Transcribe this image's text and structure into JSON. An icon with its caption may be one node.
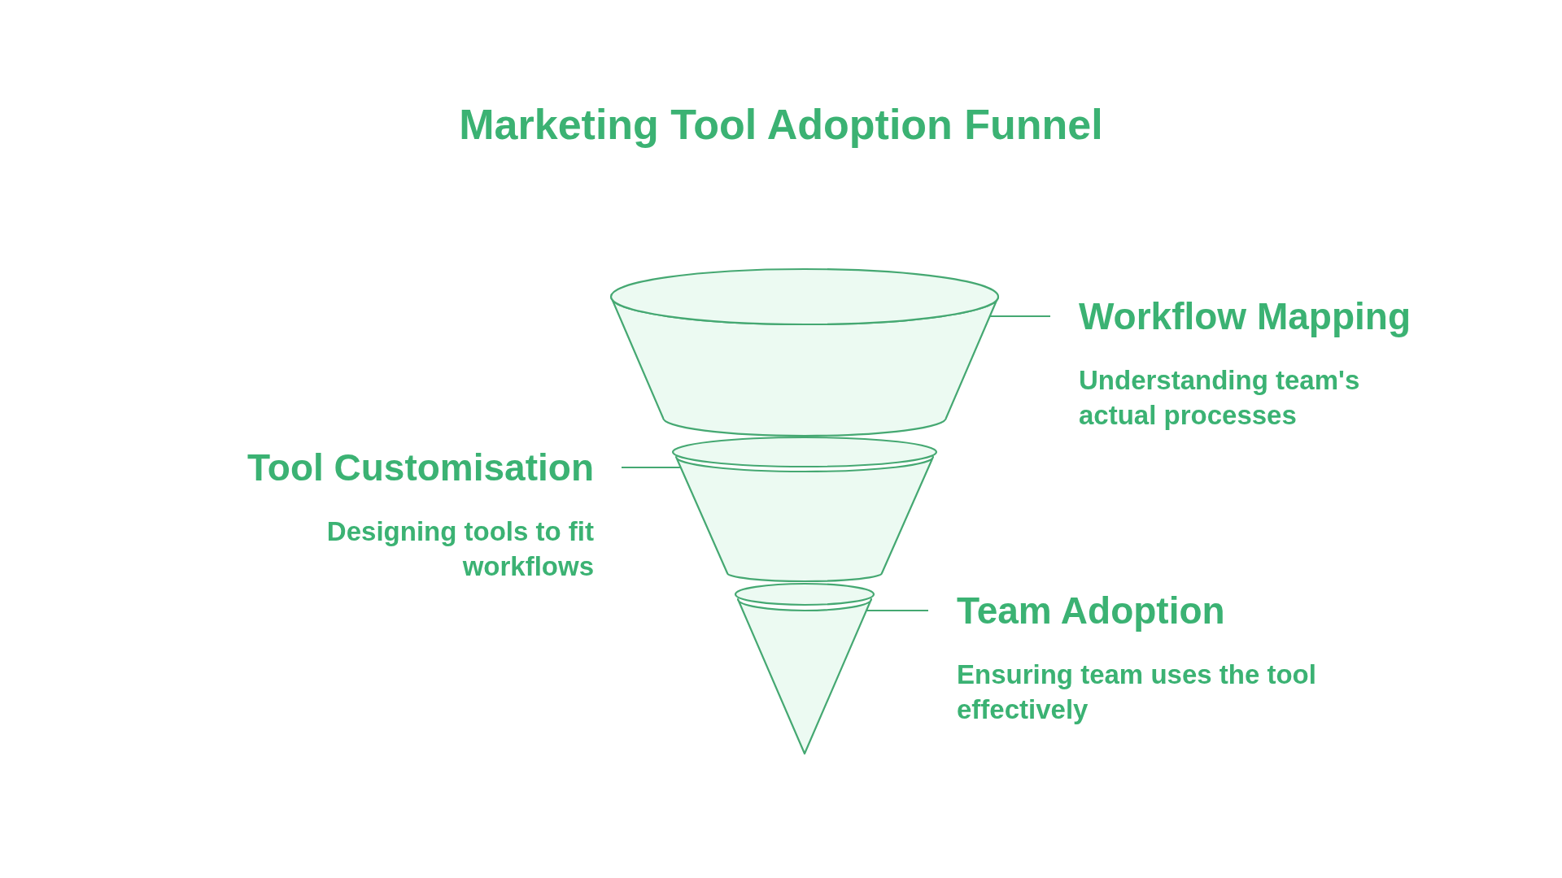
{
  "diagram": {
    "title": "Marketing Tool Adoption Funnel",
    "nodes": [
      {
        "text": [],
        "shape": "cone"
      },
      {
        "text": [
          "Workflow Mapping",
          "Understanding team's actual processes"
        ]
      },
      {
        "text": [
          "Tool Customisation",
          "Designing tools to fit workflows"
        ]
      },
      {
        "text": [],
        "shape": "cone"
      },
      {
        "text": [],
        "shape": "cone"
      },
      {
        "text": [
          "Team Adoption",
          "Ensuring team uses the tool effectively"
        ]
      }
    ],
    "edges": [
      {
        "from": 1,
        "to": 0,
        "arrow": "none"
      },
      {
        "from": 2,
        "to": 3,
        "arrow": "none"
      },
      {
        "from": 5,
        "to": 4,
        "arrow": "none"
      }
    ]
  }
}
